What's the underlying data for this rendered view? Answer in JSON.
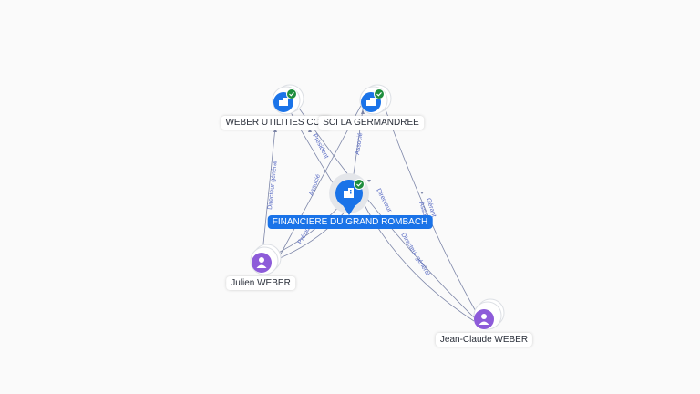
{
  "colors": {
    "company": "#1a73e8",
    "person": "#8d5bd9",
    "edge": "#7d86a8",
    "badge": "#1e8e3e"
  },
  "nodes": {
    "financiere": {
      "label": "FINANCIERE DU GRAND ROMBACH",
      "icon": "building-icon",
      "verified": true
    },
    "weber_utilities": {
      "label": "WEBER UTILITIES CON",
      "icon": "building-icon",
      "verified": true
    },
    "sci_germandree": {
      "label": "SCI LA GERMANDREE",
      "icon": "building-icon",
      "verified": true
    },
    "julien": {
      "label": "Julien WEBER",
      "icon": "person-icon"
    },
    "jean_claude": {
      "label": "Jean-Claude WEBER",
      "icon": "person-icon"
    }
  },
  "edge_labels": {
    "directeur_general": "Directeur général",
    "president": "Président",
    "associe": "Associé",
    "gerant": "Gérant",
    "directeur": "Directeur"
  }
}
